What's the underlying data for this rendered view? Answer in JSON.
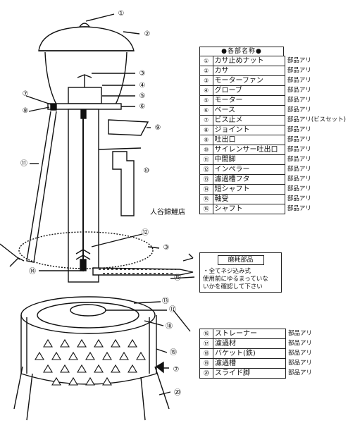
{
  "table_title": "●各部名称●",
  "parts": [
    {
      "num": "①",
      "name": "カサ止めナット",
      "status": "部品アリ"
    },
    {
      "num": "②",
      "name": "カサ",
      "status": "部品アリ"
    },
    {
      "num": "③",
      "name": "モーターファン",
      "status": "部品アリ"
    },
    {
      "num": "④",
      "name": "グローブ",
      "status": "部品アリ"
    },
    {
      "num": "⑤",
      "name": "モーター",
      "status": "部品アリ"
    },
    {
      "num": "⑥",
      "name": "ベース",
      "status": "部品アリ"
    },
    {
      "num": "⑦",
      "name": "ビス止メ",
      "status": "部品アリ(ビスセット)"
    },
    {
      "num": "⑧",
      "name": "ジョイント",
      "status": "部品アリ"
    },
    {
      "num": "⑨",
      "name": "吐出口",
      "status": "部品アリ"
    },
    {
      "num": "⑩",
      "name": "サイレンサー吐出口",
      "status": "部品アリ"
    },
    {
      "num": "⑪",
      "name": "中間脚",
      "status": "部品アリ"
    },
    {
      "num": "⑫",
      "name": "インペラー",
      "status": "部品アリ"
    },
    {
      "num": "⑬",
      "name": "濾過槽フタ",
      "status": "部品アリ"
    },
    {
      "num": "⑭",
      "name": "短シャフト",
      "status": "部品アリ"
    },
    {
      "num": "⑮",
      "name": "軸受",
      "status": "部品アリ"
    },
    {
      "num": "⑯",
      "name": "シャフト",
      "status": "部品アリ"
    }
  ],
  "lower_parts": [
    {
      "num": "⑯",
      "name": "ストレーナー",
      "status": "部品アリ"
    },
    {
      "num": "⑰",
      "name": "濾過材",
      "status": "部品アリ"
    },
    {
      "num": "⑱",
      "name": "バケット(鉄)",
      "status": "部品アリ"
    },
    {
      "num": "⑲",
      "name": "濾過槽",
      "status": "部品アリ"
    },
    {
      "num": "⑳",
      "name": "スライド脚",
      "status": "部品アリ"
    }
  ],
  "shop_name": "人谷錦鯉店",
  "wear": {
    "title": "磨耗部品",
    "note": [
      "・全てネジ込み式",
      "使用前にゆるまっていな",
      "いかを確認して下さい"
    ]
  },
  "callouts": [
    "①",
    "②",
    "③",
    "④",
    "⑤",
    "⑥",
    "⑦",
    "⑧",
    "⑨",
    "⑩",
    "⑪",
    "⑫",
    "③",
    "⑭",
    "⑮",
    "⑬",
    "⑰",
    "⑱",
    "⑲",
    "⑦",
    "⑳"
  ]
}
